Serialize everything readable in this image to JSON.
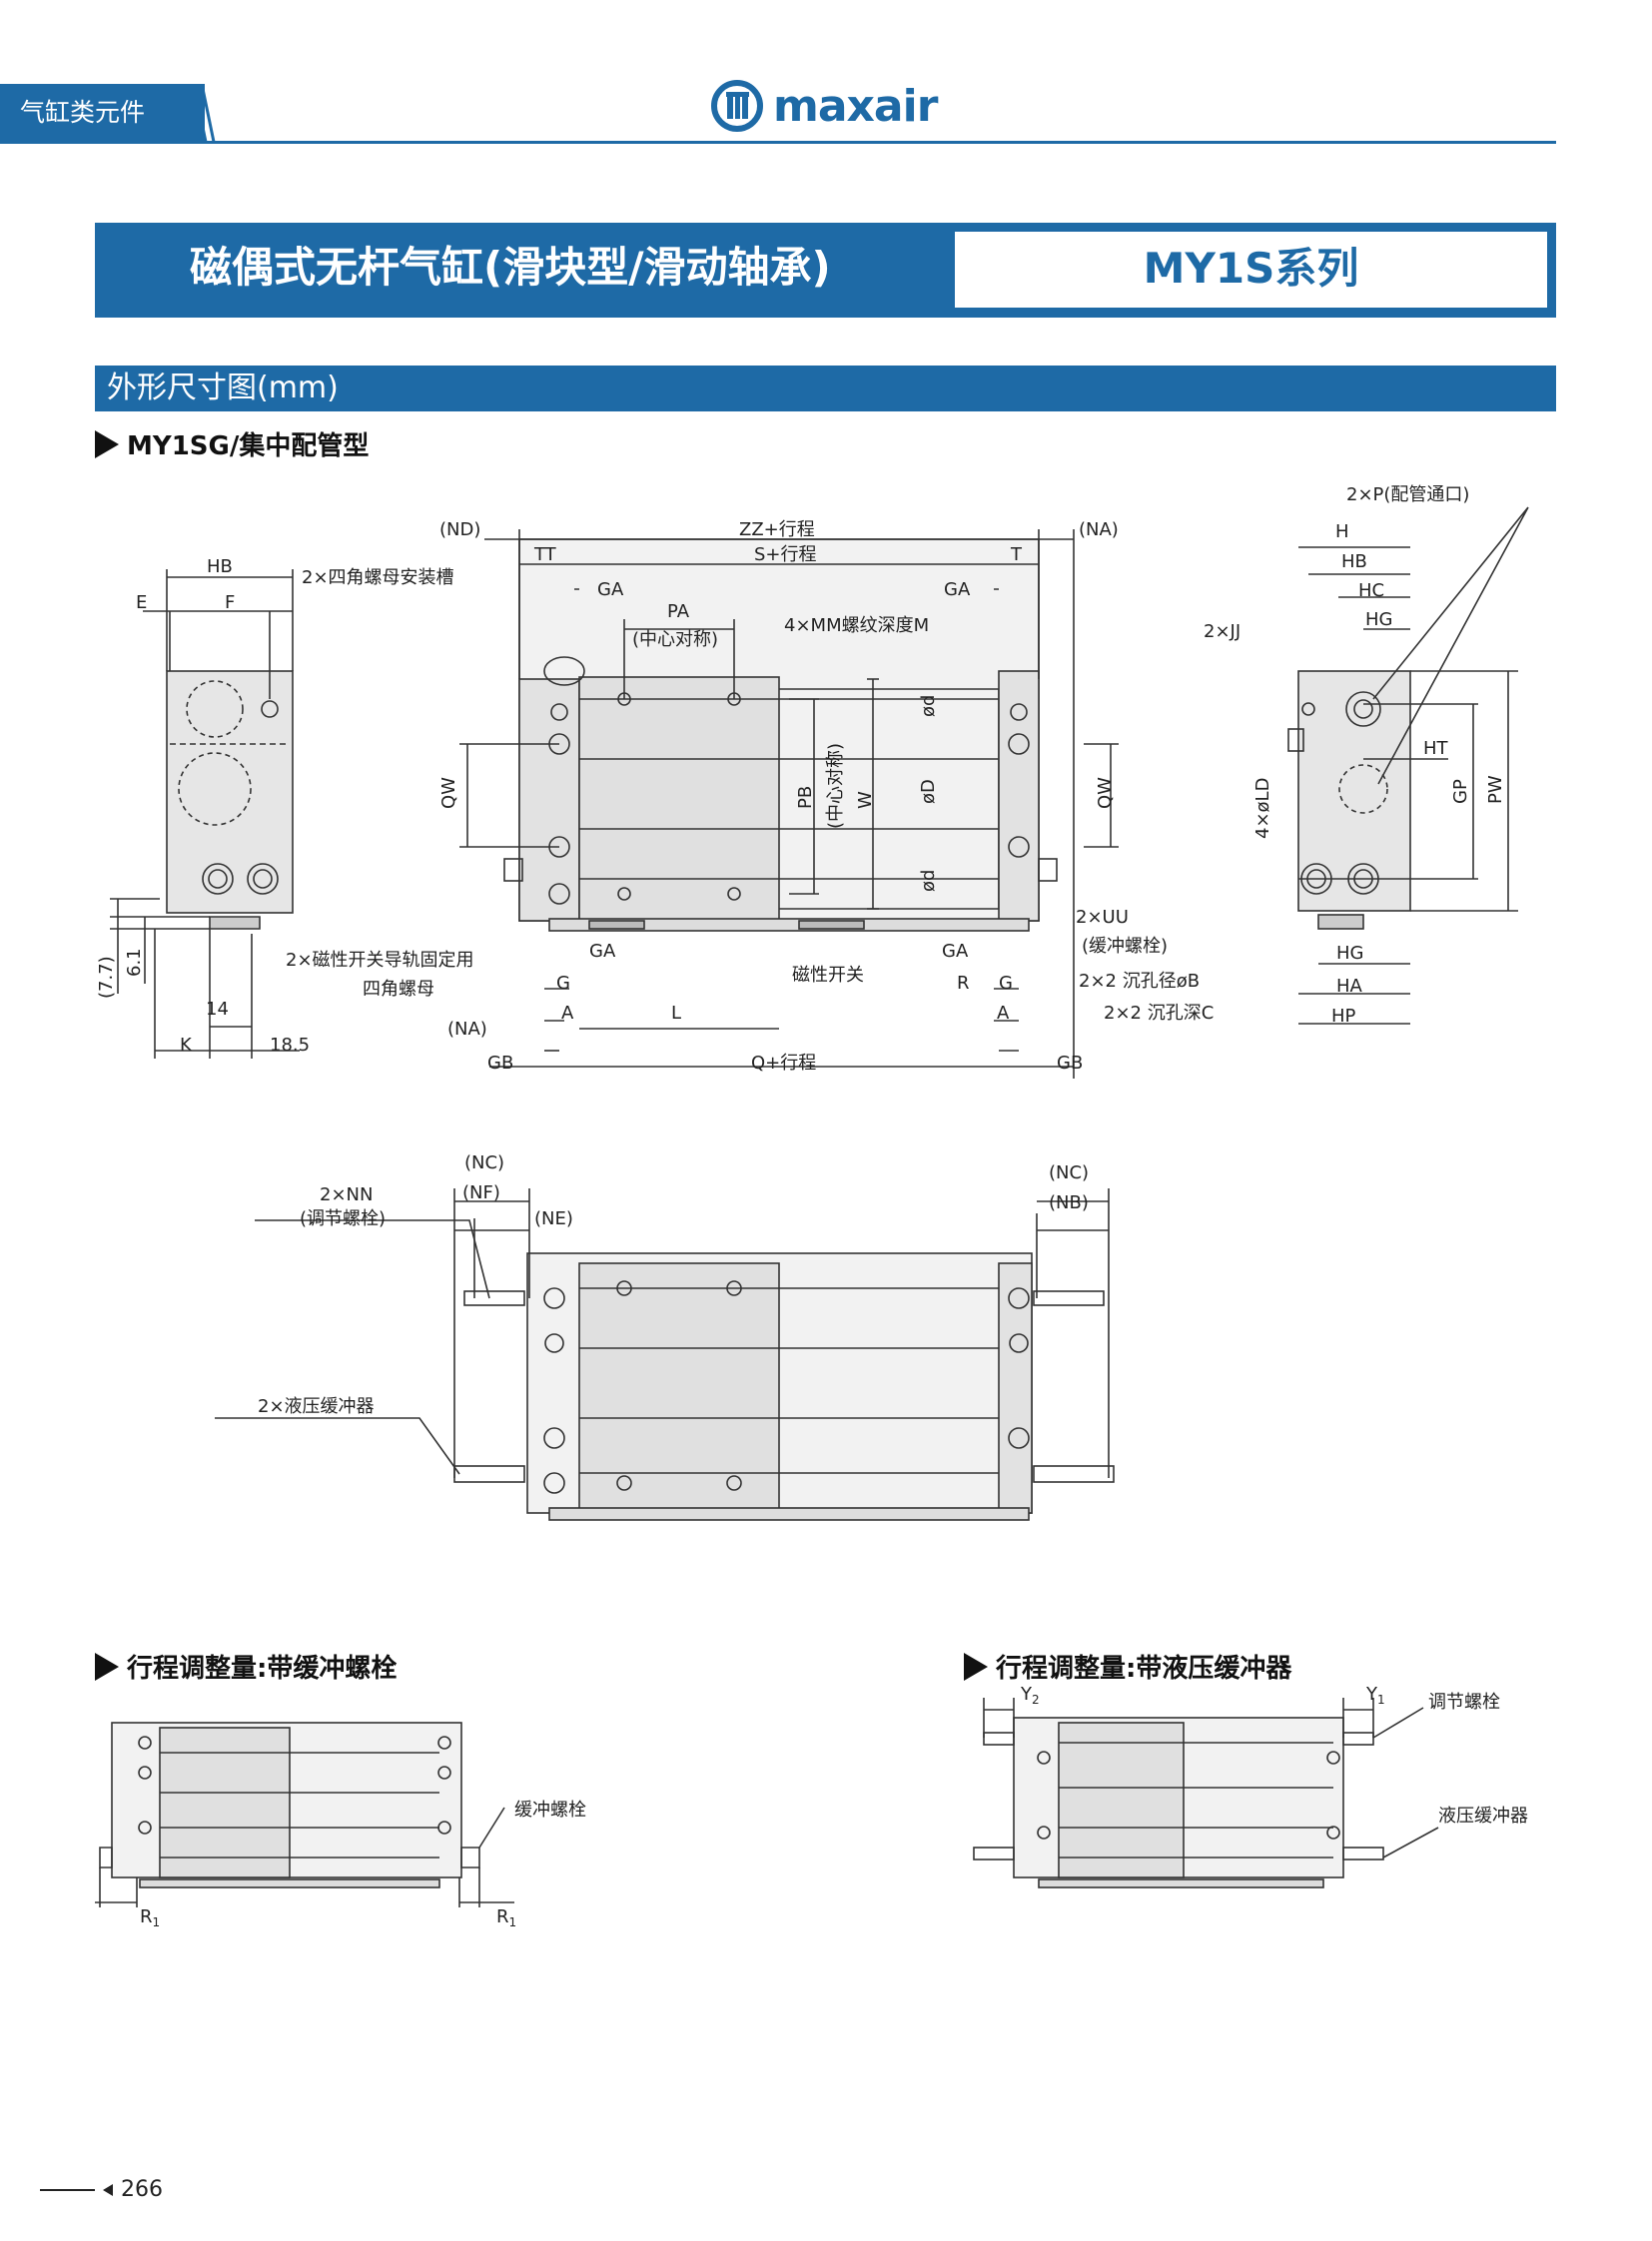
{
  "header": {
    "category": "气缸类元件",
    "brand": "maxair"
  },
  "title": {
    "main": "磁偶式无杆气缸(滑块型/滑动轴承)",
    "series": "MY1S系列"
  },
  "section": {
    "heading": "外形尺寸图(mm)"
  },
  "subsections": {
    "centralized": "MY1SG/集中配管型",
    "bolt_adjust": "行程调整量:带缓冲螺栓",
    "hydraulic_adjust": "行程调整量:带液压缓冲器"
  },
  "labels": {
    "HB": "HB",
    "E": "E",
    "F": "F",
    "nut_slot": "2×四角螺母安装槽",
    "ND": "(ND)",
    "ZZ": "ZZ+行程",
    "NA": "(NA)",
    "TT": "TT",
    "S": "S+行程",
    "T": "T",
    "GA": "GA",
    "PA": "PA",
    "center_sym": "(中心对称)",
    "MM": "4×MM螺纹深度M",
    "QW": "QW",
    "PB": "PB",
    "W": "W",
    "od": "ød",
    "oD": "øD",
    "UU": "2×UU",
    "cushion_bolt_p": "(缓冲螺栓)",
    "mag_rail": "2×磁性开关导轨固定用",
    "square_nut": "四角螺母",
    "mag_switch": "磁性开关",
    "G": "G",
    "R": "R",
    "A": "A",
    "L": "L",
    "GB": "GB",
    "Q": "Q+行程",
    "cb_dia": "2×2 沉孔径øB",
    "cb_depth": "2×2 沉孔深C",
    "d77": "(7.7)",
    "d61": "6.1",
    "d14": "14",
    "d185": "18.5",
    "K": "K",
    "P_port": "2×P(配管通口)",
    "H": "H",
    "HC": "HC",
    "HG": "HG",
    "JJ": "2×JJ",
    "LD": "4×øLD",
    "HT": "HT",
    "GP": "GP",
    "PW": "PW",
    "HA": "HA",
    "HP": "HP",
    "NC": "(NC)",
    "NF": "(NF)",
    "NE": "(NE)",
    "NB": "(NB)",
    "NN": "2×NN",
    "adj_bolt_p": "(调节螺栓)",
    "shock": "2×液压缓冲器",
    "cushion_bolt": "缓冲螺栓",
    "R1": "R",
    "sub1": "1",
    "Y2": "Y",
    "sub2": "2",
    "Y1": "Y",
    "adj_bolt": "调节螺栓",
    "hyd_absorber": "液压缓冲器"
  },
  "page": {
    "number": "266"
  },
  "colors": {
    "brand_blue": "#1e6aa6",
    "body_gray": "#dcdcdc",
    "line": "#333333"
  }
}
